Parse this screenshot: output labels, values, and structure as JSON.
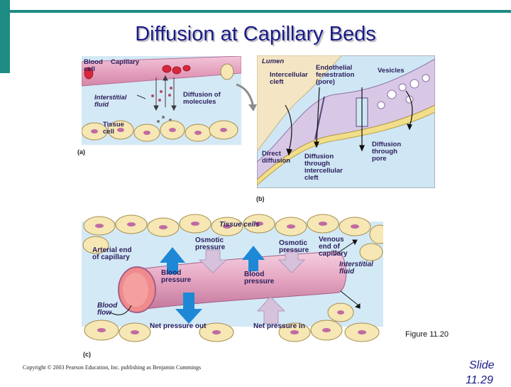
{
  "slide": {
    "title": "Diffusion at Capillary Beds",
    "figure_caption": "Figure 11.20",
    "copyright": "Copyright © 2003 Pearson Education, Inc. publishing as Benjamin Cummings",
    "slide_label": "Slide",
    "slide_number": "11.29"
  },
  "panel_a": {
    "letter": "(a)",
    "labels": {
      "blood_cell": "Blood cell",
      "capillary": "Capillary",
      "interstitial_fluid": "Interstitial fluid",
      "diffusion_of_molecules": "Diffusion of molecules",
      "tissue_cell": "Tissue cell"
    }
  },
  "panel_b": {
    "letter": "(b)",
    "labels": {
      "lumen": "Lumen",
      "intercellular_cleft": "Intercellular cleft",
      "endothelial_fenestration": "Endothelial fenestration (pore)",
      "vesicles": "Vesicles",
      "direct_diffusion": "Direct diffusion",
      "diffusion_through_cleft": "Diffusion through intercellular cleft",
      "diffusion_through_pore": "Diffusion through pore"
    }
  },
  "panel_c": {
    "letter": "(c)",
    "labels": {
      "tissue_cells": "Tissue cells",
      "arterial_end": "Arterial end of capillary",
      "osmotic_pressure_left": "Osmotic pressure",
      "osmotic_pressure_right": "Osmotic pressure",
      "venous_end": "Venous end of capillary",
      "interstitial_fluid": "Interstitial fluid",
      "blood_pressure_left": "Blood pressure",
      "blood_pressure_right": "Blood pressure",
      "blood_flow": "Blood flow",
      "net_pressure_out": "Net pressure out",
      "net_pressure_in": "Net pressure in"
    }
  },
  "colors": {
    "accent_teal": "#1c8c84",
    "title_blue": "#1b1b8a",
    "fluid_blue": "#c9e3f2",
    "tissue_yellow": "#f6e7b4",
    "capillary_pink": "#e7a9c4",
    "arrow_blue": "#1e88d6",
    "arrow_lavender": "#d7c2dc"
  }
}
